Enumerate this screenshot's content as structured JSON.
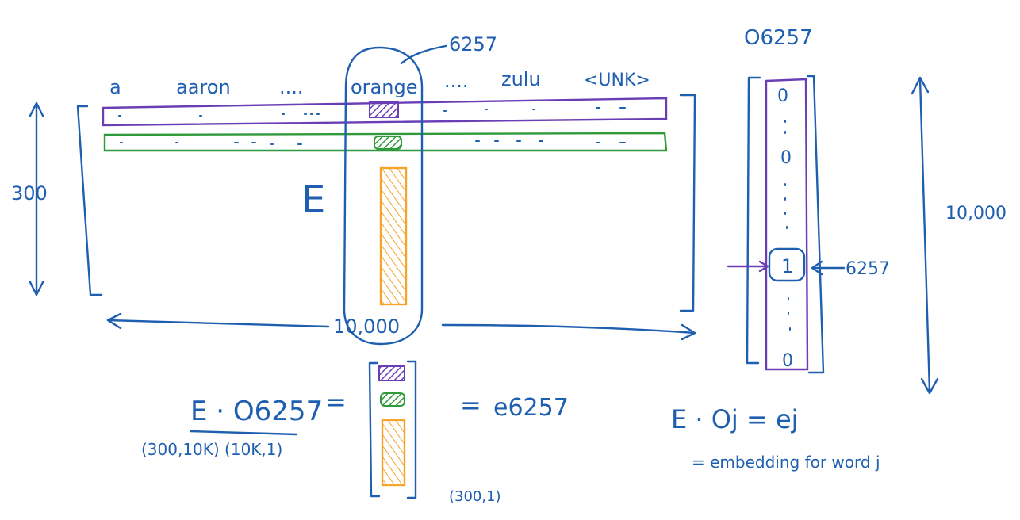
{
  "top_words": {
    "a": "a",
    "aaron": "aaron",
    "dots1": "....",
    "orange": "orange",
    "dots2": "....",
    "zulu": "zulu",
    "unk": "<UNK>"
  },
  "labels": {
    "index_top": "6257",
    "rows_dim": "300",
    "cols_dim": "10,000",
    "matrix_name": "E",
    "onehot_title": "O6257",
    "onehot_dim": "10,000",
    "onehot_index": "6257",
    "onehot_zero": "0",
    "onehot_one": "1"
  },
  "equation_left": {
    "lhs": "E · O6257",
    "dims": "(300,10K) (10K,1)",
    "equals1": "=",
    "equals2": "=",
    "result": "e6257",
    "result_dim": "(300,1)"
  },
  "equation_right": {
    "formula": "E · Oj = ej",
    "caption": "= embedding for word j"
  },
  "colors": {
    "ink": "#1f5fb0",
    "purple": "#6a3fb5",
    "green": "#2f9a3a",
    "orange": "#f2a52a"
  }
}
